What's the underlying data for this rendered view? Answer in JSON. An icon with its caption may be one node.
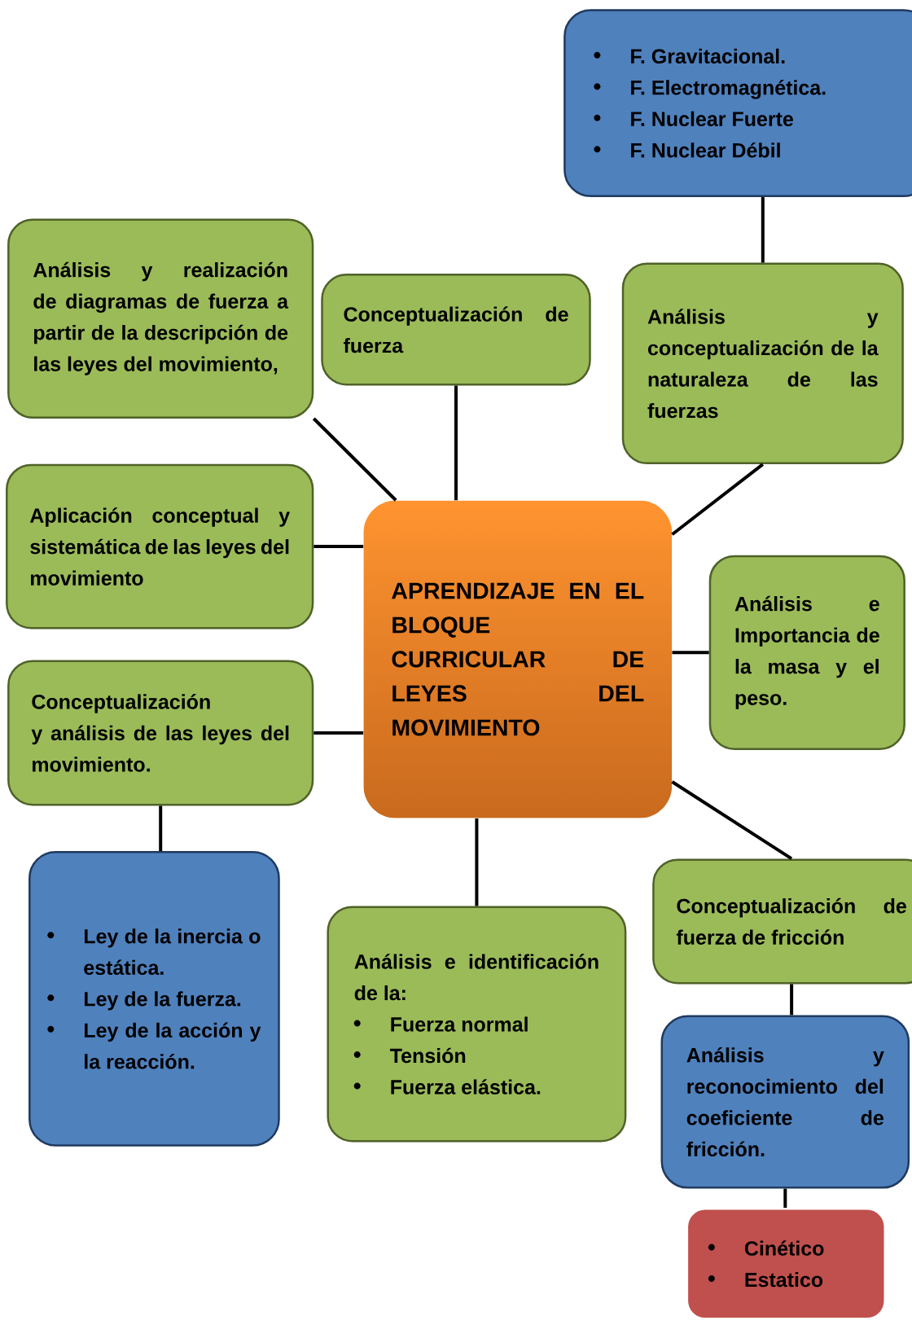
{
  "diagram": {
    "nodes": [
      {
        "text": [
          "APRENDIZAJE EN EL BLOQUE CURRICULAR DE LEYES DEL MOVIMIENTO"
        ]
      },
      {
        "text": [
          "F. Gravitacional.",
          "F. Electromagnética.",
          "F. Nuclear Fuerte",
          "F. Nuclear Débil"
        ]
      },
      {
        "text": [
          "Análisis y realización de diagramas de fuerza a partir de la descripción de las leyes del movimiento,"
        ]
      },
      {
        "text": [
          "Conceptualización de fuerza"
        ]
      },
      {
        "text": [
          "Análisis y conceptualización de la naturaleza de las fuerzas"
        ]
      },
      {
        "text": [
          "Aplicación conceptual y sistemática de las leyes del movimiento"
        ]
      },
      {
        "text": [
          "Análisis e Importancia de la masa y el peso."
        ]
      },
      {
        "text": [
          "Conceptualización y análisis de las leyes del movimiento."
        ]
      },
      {
        "text": [
          "Ley de la inercia o estática.",
          "Ley de la fuerza.",
          "Ley de la acción y la reacción."
        ]
      },
      {
        "text": [
          "Análisis e identificación de la:",
          "Fuerza normal",
          "Tensión",
          "Fuerza elástica."
        ]
      },
      {
        "text": [
          "Conceptualización de fuerza de fricción"
        ]
      },
      {
        "text": [
          "Análisis y reconocimiento del coeficiente de fricción."
        ]
      },
      {
        "text": [
          "Cinético",
          "Estatico"
        ]
      }
    ],
    "edges": [
      {
        "from": 1,
        "to": 4,
        "arrow": "none"
      },
      {
        "from": 2,
        "to": 0,
        "arrow": "none"
      },
      {
        "from": 3,
        "to": 0,
        "arrow": "none"
      },
      {
        "from": 4,
        "to": 0,
        "arrow": "none"
      },
      {
        "from": 5,
        "to": 0,
        "arrow": "none"
      },
      {
        "from": 6,
        "to": 0,
        "arrow": "none"
      },
      {
        "from": 7,
        "to": 0,
        "arrow": "none"
      },
      {
        "from": 7,
        "to": 8,
        "arrow": "none"
      },
      {
        "from": 0,
        "to": 9,
        "arrow": "none"
      },
      {
        "from": 0,
        "to": 10,
        "arrow": "none"
      },
      {
        "from": 10,
        "to": 11,
        "arrow": "none"
      },
      {
        "from": 11,
        "to": 12,
        "arrow": "none"
      }
    ]
  }
}
